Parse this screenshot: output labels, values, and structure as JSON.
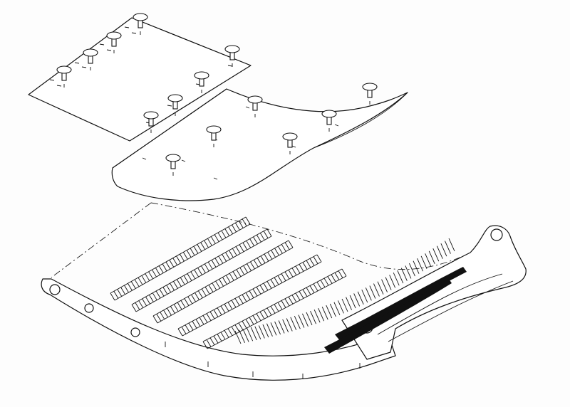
{
  "figure": {
    "description_visible_text": "",
    "colors": {
      "line": "#111111",
      "background": "#fdfdfd"
    },
    "parts": [
      {
        "name": "upper-liner-plate",
        "icon": "plate"
      },
      {
        "name": "lower-curved-liner-plate",
        "icon": "curved-plate"
      },
      {
        "name": "concave-grate-frame",
        "icon": "grate"
      },
      {
        "name": "mounting-bolts",
        "icon": "carriage-bolt"
      }
    ]
  }
}
